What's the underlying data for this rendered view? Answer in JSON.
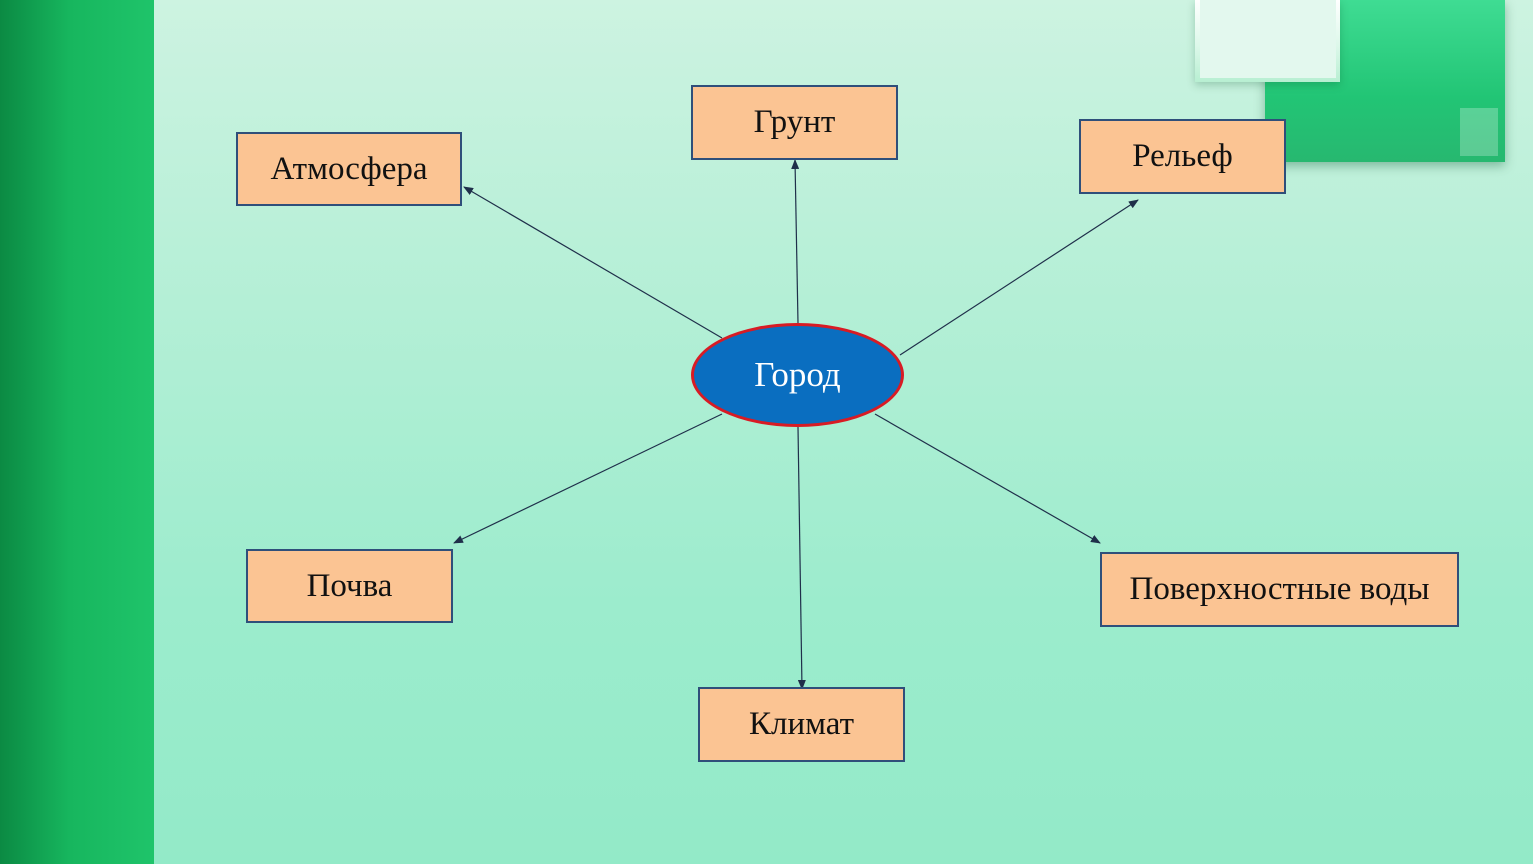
{
  "center": {
    "label": "Город"
  },
  "nodes": [
    {
      "id": "atmosphere",
      "label": "Атмосфера"
    },
    {
      "id": "ground",
      "label": "Грунт"
    },
    {
      "id": "relief",
      "label": "Рельеф"
    },
    {
      "id": "soil",
      "label": "Почва"
    },
    {
      "id": "surface-water",
      "label": "Поверхностные воды"
    },
    {
      "id": "climate",
      "label": "Климат"
    }
  ],
  "colors": {
    "box_fill": "#fbc493",
    "box_border": "#2f4f7a",
    "center_fill": "#0a6ec0",
    "center_border": "#d81b24",
    "arrow": "#1f2f4a"
  }
}
